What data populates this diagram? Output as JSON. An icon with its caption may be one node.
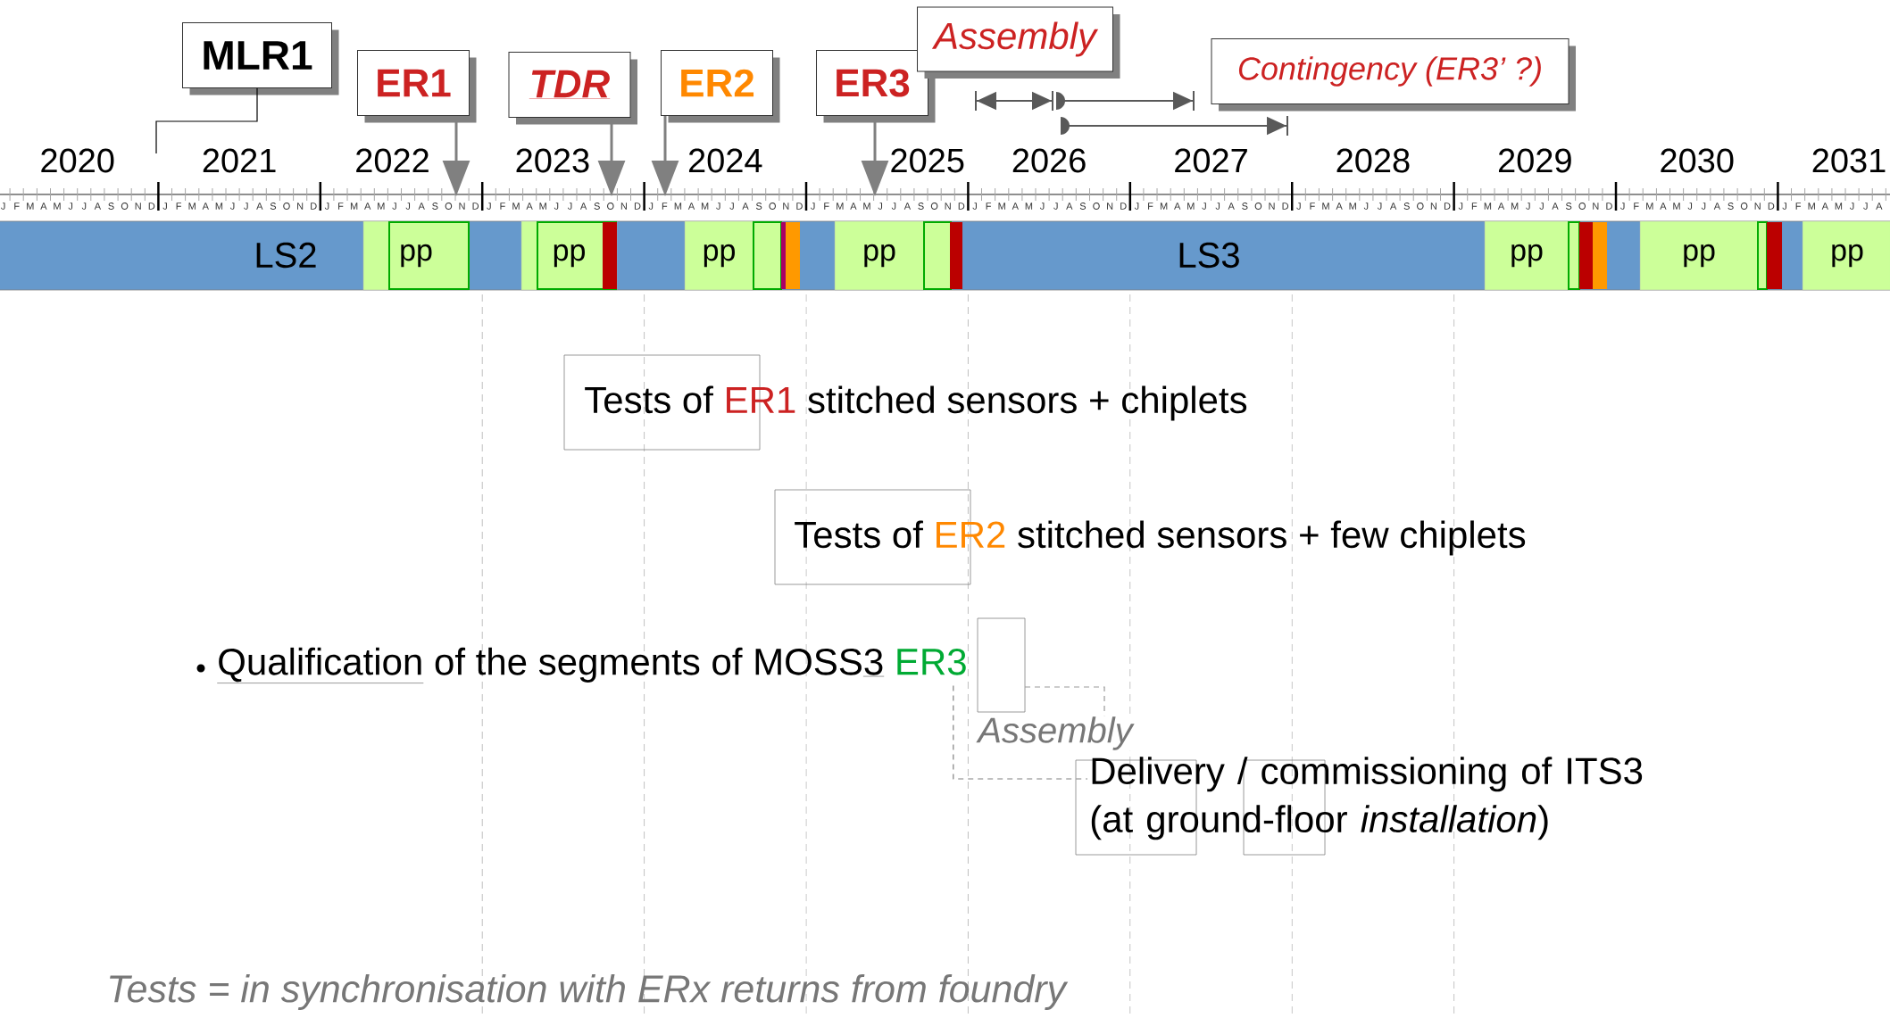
{
  "diagram": {
    "nodes": [
      {
        "text": [
          "MLR1"
        ]
      },
      {
        "text": [
          "ER1"
        ]
      },
      {
        "text": [
          "TDR"
        ]
      },
      {
        "text": [
          "ER2"
        ]
      },
      {
        "text": [
          "ER3"
        ]
      },
      {
        "text": [
          "Assembly"
        ]
      },
      {
        "text": [
          "Contingency (ER3’ ?)"
        ]
      },
      {
        "text": [
          "pp"
        ]
      },
      {
        "text": [
          "pp"
        ]
      },
      {
        "text": [
          "pp"
        ]
      },
      {
        "text": [
          "pp"
        ]
      },
      {
        "text": [
          "pp"
        ]
      },
      {
        "text": [
          "pp"
        ]
      },
      {
        "text": [
          "pp"
        ]
      },
      {
        "text": [
          "Tests of",
          "ER1",
          "stitched sensors + chiplets"
        ]
      },
      {
        "text": [
          "Tests of",
          "ER2",
          "stitched sensors + few chiplets"
        ]
      },
      {
        "text": [
          "Qualification",
          "of the segments of MOSS",
          "3",
          "ER3"
        ]
      },
      {
        "text": [
          "Delivery / commissioning of ITS3 (at ground-floor *installation*)"
        ]
      },
      {
        "text": [],
        "shape": "bar"
      }
    ],
    "edges": [
      {
        "from": 0,
        "to": null,
        "arrow": "none",
        "color": "#000000"
      },
      {
        "from": 1,
        "to": 18,
        "arrow": "to"
      },
      {
        "from": 2,
        "to": 18,
        "arrow": "to"
      },
      {
        "from": 3,
        "to": 18,
        "arrow": "to"
      },
      {
        "from": 4,
        "to": 18,
        "arrow": "to"
      },
      {
        "from": 16,
        "to": 17,
        "arrow": "none",
        "style": "dashed",
        "label": "Assembly"
      }
    ],
    "labels": [
      "2020",
      "2021",
      "2022",
      "2023",
      "2024",
      "2025",
      "2026",
      "2027",
      "2028",
      "2029",
      "2030",
      "2031",
      "J",
      "F",
      "M",
      "A",
      "M",
      "J",
      "J",
      "A",
      "S",
      "O",
      "N",
      "D",
      "J",
      "F",
      "M",
      "A",
      "M",
      "J",
      "J",
      "A",
      "S",
      "O",
      "N",
      "D",
      "J",
      "F",
      "M",
      "A",
      "M",
      "J",
      "J",
      "A",
      "S",
      "O",
      "N",
      "D",
      "J",
      "F",
      "M",
      "A",
      "M",
      "J",
      "J",
      "A",
      "S",
      "O",
      "N",
      "D",
      "J",
      "F",
      "M",
      "A",
      "M",
      "J",
      "J",
      "A",
      "S",
      "O",
      "N",
      "D",
      "J",
      "F",
      "M",
      "A",
      "M",
      "J",
      "J",
      "A",
      "S",
      "O",
      "N",
      "D",
      "J",
      "F",
      "M",
      "A",
      "M",
      "J",
      "J",
      "A",
      "S",
      "O",
      "N",
      "D",
      "J",
      "F",
      "M",
      "A",
      "M",
      "J",
      "J",
      "A",
      "S",
      "O",
      "N",
      "D",
      "J",
      "F",
      "M",
      "A",
      "M",
      "J",
      "J",
      "A",
      "S",
      "O",
      "N",
      "D",
      "J",
      "F",
      "M",
      "A",
      "M",
      "J",
      "J",
      "A",
      "S",
      "O",
      "N",
      "D",
      "J",
      "F",
      "M",
      "A",
      "M",
      "J",
      "J",
      "A",
      "S",
      "O",
      "N",
      "D",
      "J",
      "F",
      "M",
      "A",
      "M",
      "J",
      "J",
      "A",
      "LS2",
      "LS3",
      "Tests = in synchronisation with ERx returns from foundry"
    ]
  }
}
